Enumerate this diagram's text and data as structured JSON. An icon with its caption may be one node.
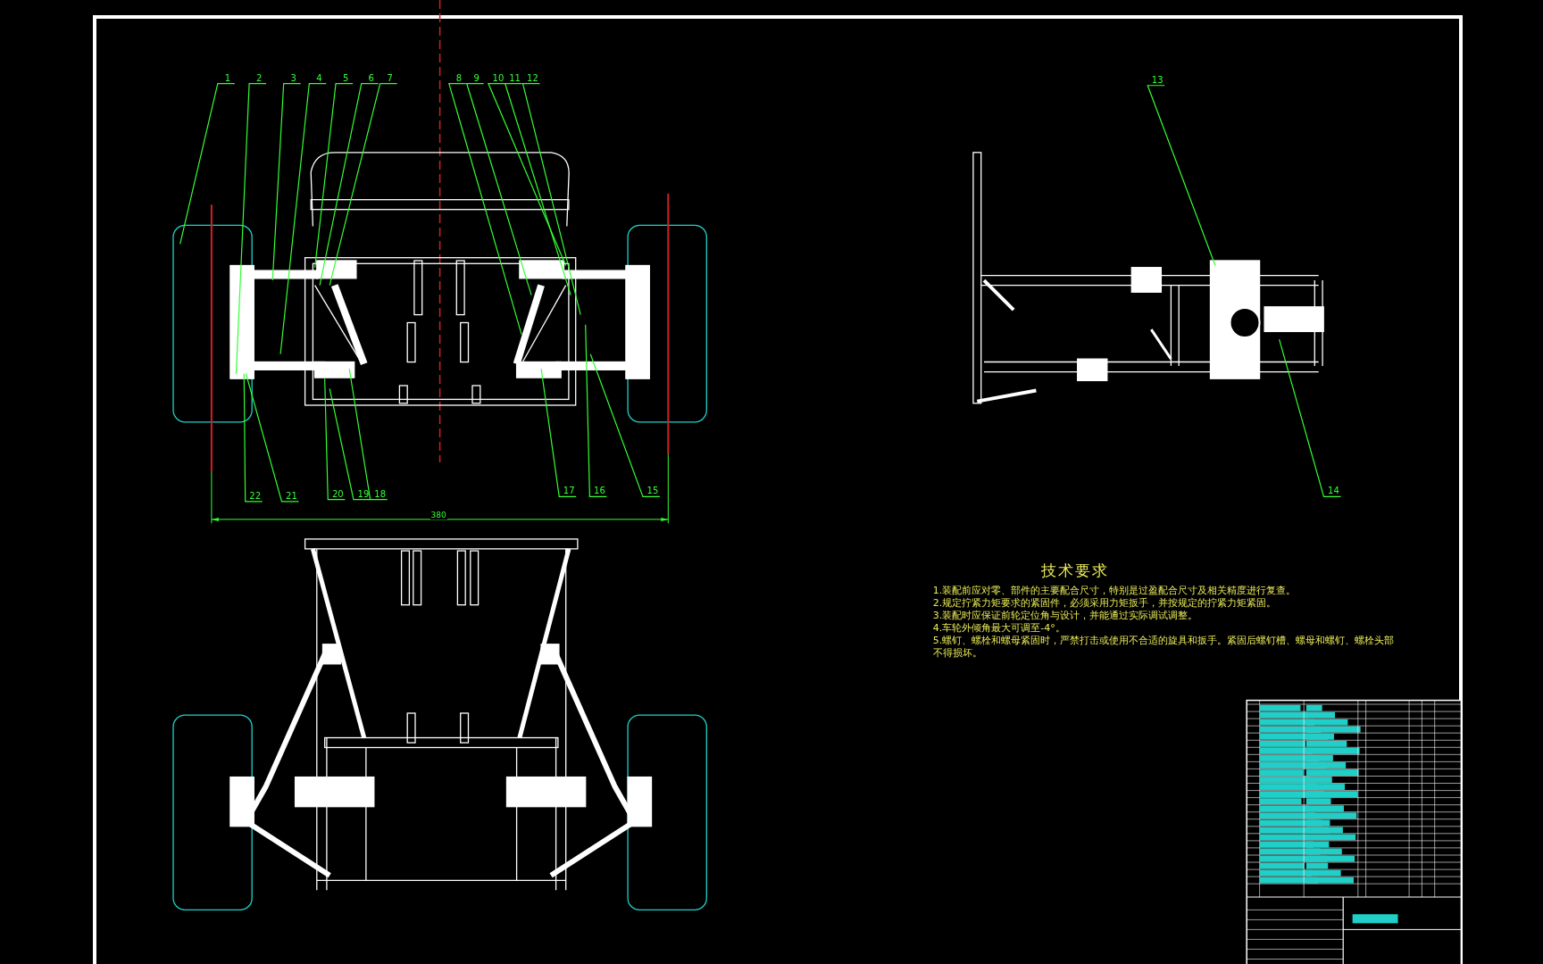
{
  "diagram": {
    "nodes": [
      {
        "text": [
          "1"
        ]
      },
      {
        "text": [
          "2"
        ]
      },
      {
        "text": [
          "3"
        ]
      },
      {
        "text": [
          "4"
        ]
      },
      {
        "text": [
          "5"
        ]
      },
      {
        "text": [
          "6"
        ]
      },
      {
        "text": [
          "7"
        ]
      },
      {
        "text": [
          "8"
        ]
      },
      {
        "text": [
          "9"
        ]
      },
      {
        "text": [
          "10"
        ]
      },
      {
        "text": [
          "11"
        ]
      },
      {
        "text": [
          "12"
        ]
      },
      {
        "text": [
          "13"
        ]
      },
      {
        "text": [
          "14"
        ]
      },
      {
        "text": [
          "15"
        ]
      },
      {
        "text": [
          "16"
        ]
      },
      {
        "text": [
          "17"
        ]
      },
      {
        "text": [
          "18"
        ]
      },
      {
        "text": [
          "19"
        ]
      },
      {
        "text": [
          "20"
        ]
      },
      {
        "text": [
          "21"
        ]
      },
      {
        "text": [
          "22"
        ]
      }
    ],
    "edges": [
      {
        "from": 0,
        "to": null,
        "arrow": "none"
      },
      {
        "from": 1,
        "to": null,
        "arrow": "none"
      },
      {
        "from": 2,
        "to": null,
        "arrow": "none"
      },
      {
        "from": 3,
        "to": null,
        "arrow": "none"
      },
      {
        "from": 4,
        "to": null,
        "arrow": "none"
      },
      {
        "from": 5,
        "to": null,
        "arrow": "none"
      },
      {
        "from": 6,
        "to": null,
        "arrow": "none"
      },
      {
        "from": 7,
        "to": null,
        "arrow": "none"
      },
      {
        "from": 8,
        "to": null,
        "arrow": "none"
      },
      {
        "from": 9,
        "to": null,
        "arrow": "none"
      },
      {
        "from": 10,
        "to": null,
        "arrow": "none"
      },
      {
        "from": 11,
        "to": null,
        "arrow": "none"
      },
      {
        "from": 12,
        "to": null,
        "arrow": "none"
      },
      {
        "from": 13,
        "to": null,
        "arrow": "none"
      },
      {
        "from": 14,
        "to": null,
        "arrow": "none"
      },
      {
        "from": 15,
        "to": null,
        "arrow": "none"
      },
      {
        "from": 16,
        "to": null,
        "arrow": "none"
      },
      {
        "from": 17,
        "to": null,
        "arrow": "none"
      },
      {
        "from": 18,
        "to": null,
        "arrow": "none"
      },
      {
        "from": 19,
        "to": null,
        "arrow": "none"
      },
      {
        "from": 20,
        "to": null,
        "arrow": "none"
      },
      {
        "from": 21,
        "to": null,
        "arrow": "none"
      }
    ],
    "labels": [
      "380",
      "技术要求",
      "1.装配前应对零、部件的主要配合尺寸，特别是过盈配合尺寸及相关精度进行复查。",
      "2.规定拧紧力矩要求的紧固件，必须采用力矩扳手，并按规定的拧紧力矩紧固。",
      "3.装配时应保证前轮定位角与设计，并能通过实际调试调整。",
      "4.车轮外倾角最大可调至-4°。",
      "5.螺钉、螺栓和螺母紧固时，严禁打击或使用不合适的旋具和扳手。紧固后螺钉槽、螺母和螺钉、螺栓头部不得损坏。"
    ]
  }
}
